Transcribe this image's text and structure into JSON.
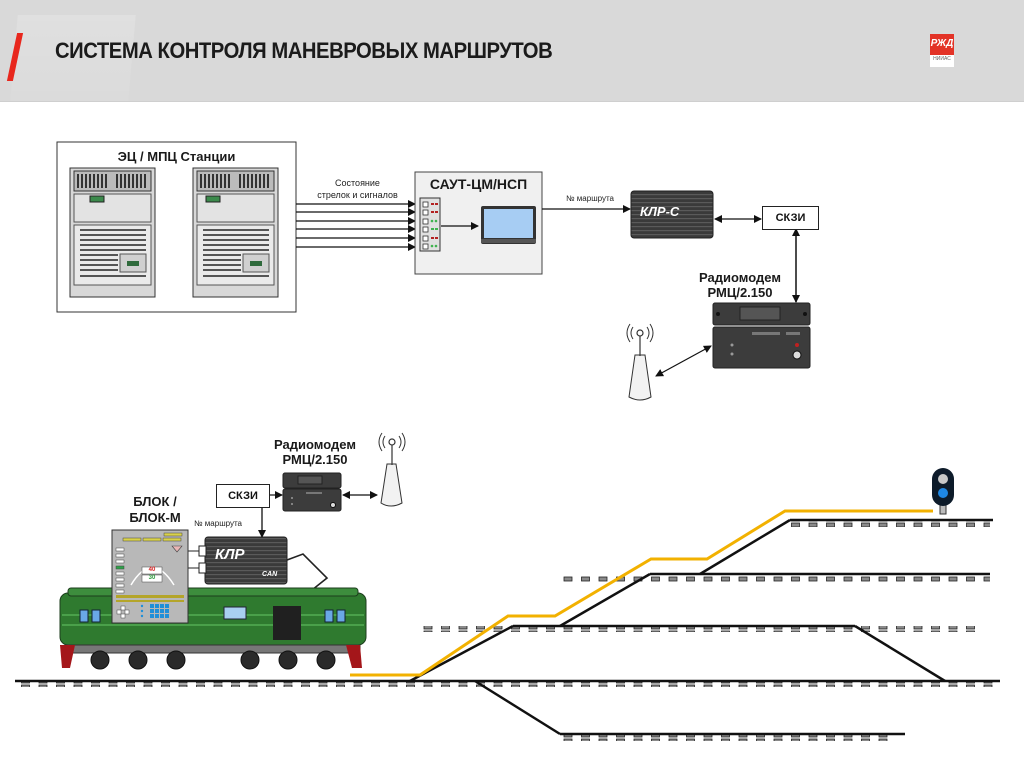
{
  "header": {
    "title": "СИСТЕМА КОНТРОЛЯ МАНЕВРОВЫХ МАРШРУТОВ",
    "logo": {
      "mark": "РЖД",
      "caption": "НИИАС",
      "brand_color": "#e33327"
    },
    "accent_color": "#e8271d"
  },
  "station": {
    "group_label": "ЭЦ / МПЦ Станции",
    "signal_label_line1": "Состояние",
    "signal_label_line2": "стрелок и сигналов",
    "saut_label": "САУТ-ЦМ/НСП",
    "route_label": "№ маршрута",
    "klr_label": "КЛР-С",
    "skzi_label": "СКЗИ",
    "modem_label_line1": "Радиомодем",
    "modem_label_line2": "РМЦ/2.150",
    "antenna_icon": "radio-antenna-icon"
  },
  "locomotive": {
    "block_label_line1": "БЛОК /",
    "block_label_line2": "БЛОК-М",
    "route_label": "№ маршрута",
    "klr_label": "КЛР",
    "can_label": "CAN",
    "skzi_label": "СКЗИ",
    "modem_label_line1": "Радиомодем",
    "modem_label_line2": "РМЦ/2.150",
    "speed_limit": "40",
    "speed_current": "30"
  },
  "track": {
    "route_color": "#f2b100",
    "signal_aspect_color": "#1e88e5",
    "signal_off_color": "#c8c8c8"
  }
}
